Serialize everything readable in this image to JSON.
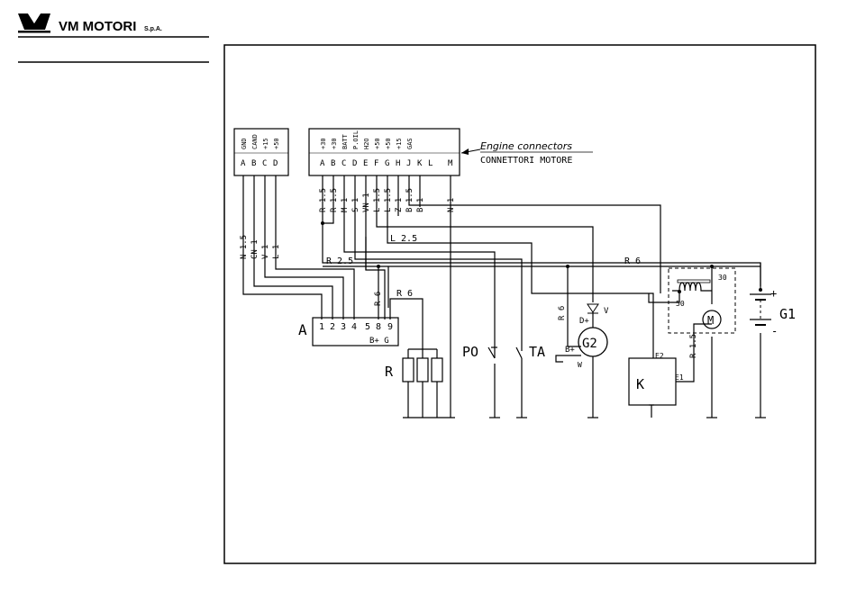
{
  "brand": {
    "name": "VM MOTORI",
    "suffix": "S.p.A."
  },
  "connector_left": {
    "labels": [
      "GND",
      "CAND",
      "+15",
      "+50"
    ],
    "letters": [
      "A",
      "B",
      "C",
      "D"
    ]
  },
  "connector_right": {
    "labels": [
      "+30",
      "+30",
      "BATT",
      "P.OIL",
      "H2O",
      "+50",
      "+50",
      "+15",
      "GAS",
      "",
      "",
      ""
    ],
    "letters": [
      "A",
      "B",
      "C",
      "D",
      "E",
      "F",
      "G",
      "H",
      "J",
      "K",
      "L",
      "M"
    ]
  },
  "engine_connectors": {
    "en": "Engine connectors",
    "it": "CONNETTORI MOTORE"
  },
  "wires_right": [
    "R 1.5",
    "R 1.5",
    "M 1",
    "S 1",
    "VN 1",
    "L 1.5",
    "L 1.5",
    "Z 1",
    "B 1.5",
    "B 1",
    "",
    "N 1"
  ],
  "wires_left": [
    "N 1.5",
    "CN 1",
    "V 1",
    "L 1"
  ],
  "wire_labels": {
    "l25": "L 2.5",
    "r25": "R 2.5",
    "r6a": "R 6",
    "r6b": "R 6",
    "r6c": "R 6",
    "r6d": "R 6",
    "r15": "R 1.5"
  },
  "module_a": {
    "label": "A",
    "pins": [
      "1",
      "2",
      "3",
      "4",
      "5",
      "8",
      "9"
    ],
    "sub": "B+ G"
  },
  "components": {
    "r": "R",
    "po": "PO",
    "ta": "TA",
    "g2": "G2",
    "k": "K",
    "g1": "G1",
    "m": "M",
    "d_plus": "D+",
    "b_plus": "B+",
    "w": "W",
    "v": "V",
    "e2": "E2",
    "e1": "E1",
    "t30": "30",
    "t50": "50",
    "plus": "+",
    "minus": "-"
  }
}
